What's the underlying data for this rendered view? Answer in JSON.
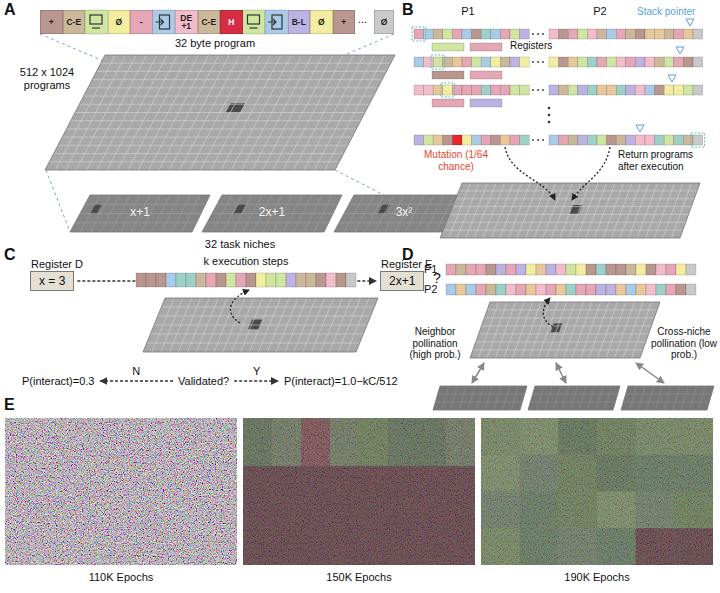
{
  "diagram": {
    "nodes": [
      {
        "text": [
          "+"
        ]
      },
      {
        "text": [
          "C-E"
        ]
      },
      {
        "text": [
          "Ø"
        ]
      },
      {
        "text": [
          "-"
        ]
      },
      {
        "text": [
          "DE +1"
        ]
      },
      {
        "text": [
          "C-E"
        ]
      },
      {
        "text": [
          "H"
        ]
      },
      {
        "text": [
          "B-L"
        ]
      },
      {
        "text": [
          "Ø"
        ]
      },
      {
        "text": [
          "+"
        ]
      },
      {
        "text": [
          "Ø"
        ]
      },
      {
        "text": [
          "Register D",
          "x = 3"
        ]
      },
      {
        "text": [
          "Register E",
          "2x+1"
        ]
      },
      {
        "text": [
          "P(interact)=0.3"
        ]
      },
      {
        "text": [
          "Validated?"
        ]
      },
      {
        "text": [
          "P(interact)=1.0−kC/512"
        ]
      }
    ],
    "edges": [
      {
        "from": 11,
        "to": 12,
        "arrow": "to"
      },
      {
        "from": 14,
        "to": 13,
        "label": "N",
        "arrow": "to"
      },
      {
        "from": 14,
        "to": 15,
        "label": "Y",
        "arrow": "to"
      }
    ],
    "labels": [
      "A",
      "32 byte program",
      "512 x 1024 programs",
      "x+1",
      "2x+1",
      "3x²",
      "32 task niches",
      "...",
      "B",
      "P1",
      "P2",
      "Stack pointer",
      "Registers",
      "Mutation (1/64 chance)",
      "Return programs after execution",
      "C",
      "k execution steps",
      "?",
      "D",
      "P1",
      "P2",
      "Neighbor pollination (high prob.)",
      "Cross-niche pollination (low prob.)",
      "E",
      "110K Epochs",
      "150K Epochs",
      "190K Epochs"
    ]
  }
}
